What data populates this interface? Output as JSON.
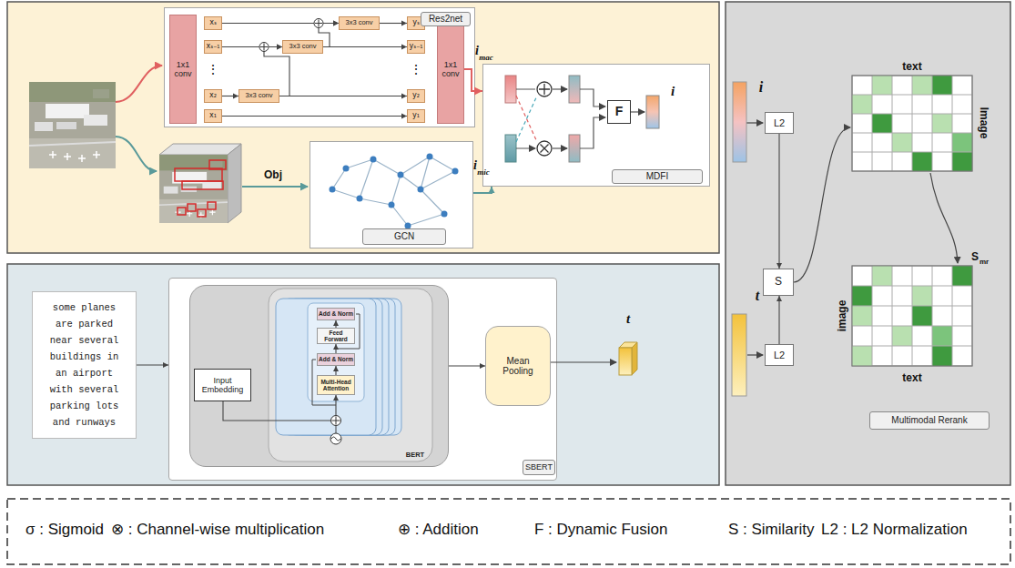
{
  "diagram": {
    "nodes": [
      {
        "text": [
          "Res2net"
        ]
      },
      {
        "text": [
          "1x1 conv"
        ],
        "in": 0
      },
      {
        "text": [
          "xₛ"
        ],
        "in": 0
      },
      {
        "text": [
          "xₛ₋₁"
        ],
        "in": 0
      },
      {
        "text": [
          "x₂"
        ],
        "in": 0
      },
      {
        "text": [
          "x₁"
        ],
        "in": 0
      },
      {
        "text": [
          "3x3 conv"
        ],
        "in": 0
      },
      {
        "text": [
          "3x3 conv"
        ],
        "in": 0
      },
      {
        "text": [
          "3x3 conv"
        ],
        "in": 0
      },
      {
        "text": [
          "yₛ"
        ],
        "in": 0
      },
      {
        "text": [
          "yₛ₋₁"
        ],
        "in": 0
      },
      {
        "text": [
          "y₂"
        ],
        "in": 0
      },
      {
        "text": [
          "y₁"
        ],
        "in": 0
      },
      {
        "text": [
          "1x1 conv"
        ],
        "in": 0
      },
      {
        "text": [
          "GCN"
        ]
      },
      {
        "text": [
          "MDFI"
        ]
      },
      {
        "text": [
          "F"
        ],
        "in": 15
      },
      {
        "text": [
          "some planes are parked near several buildings in an airport with several parking lots and runways"
        ]
      },
      {
        "text": [
          "SBERT"
        ]
      },
      {
        "text": [
          "BERT"
        ],
        "in": 18
      },
      {
        "text": [
          "Input Embedding"
        ],
        "in": 19
      },
      {
        "text": [
          "Add & Norm"
        ],
        "in": 19
      },
      {
        "text": [
          "Feed Forward"
        ],
        "in": 19
      },
      {
        "text": [
          "Add & Norm"
        ],
        "in": 19
      },
      {
        "text": [
          "Multi-Head Attention"
        ],
        "in": 19
      },
      {
        "text": [
          "Mean Pooling"
        ],
        "in": 18
      },
      {
        "text": [
          "L2"
        ]
      },
      {
        "text": [
          "S"
        ]
      },
      {
        "text": [
          "L2"
        ]
      },
      {
        "text": [
          "Multimodal Rerank"
        ]
      }
    ],
    "edges": [
      {
        "from": 2,
        "to": 6,
        "arrow": "to"
      },
      {
        "from": 6,
        "to": 9,
        "arrow": "to"
      },
      {
        "from": 3,
        "to": 7,
        "arrow": "to"
      },
      {
        "from": 7,
        "to": 10,
        "arrow": "to"
      },
      {
        "from": 4,
        "to": 8,
        "arrow": "to"
      },
      {
        "from": 8,
        "to": 11,
        "arrow": "to"
      },
      {
        "from": 5,
        "to": 12,
        "arrow": "to"
      },
      {
        "from": 8,
        "to": 7,
        "arrow": "to"
      },
      {
        "from": 7,
        "to": 6,
        "arrow": "to"
      },
      {
        "from": 13,
        "to": 15,
        "arrow": "to"
      },
      {
        "from": 14,
        "to": 15,
        "arrow": "to"
      },
      {
        "from": 17,
        "to": 18,
        "arrow": "to"
      },
      {
        "from": 20,
        "to": 24,
        "arrow": "to"
      },
      {
        "from": 24,
        "to": 23,
        "arrow": "to"
      },
      {
        "from": 23,
        "to": 22,
        "arrow": "to"
      },
      {
        "from": 22,
        "to": 21,
        "arrow": "to"
      },
      {
        "from": 19,
        "to": 25,
        "arrow": "to"
      },
      {
        "from": 26,
        "to": 27,
        "arrow": "to"
      },
      {
        "from": 28,
        "to": 27,
        "arrow": "to"
      }
    ],
    "labels": [
      "⋮",
      "⋮",
      "i",
      "mac",
      "Obj",
      "i",
      "mic",
      "i",
      "t",
      "i",
      "t",
      "text",
      "Image",
      "image",
      "text",
      "S",
      "mr"
    ],
    "legend": [
      {
        "text": "σ : Sigmoid"
      },
      {
        "text": "⊗ : Channel-wise multiplication"
      },
      {
        "text": "⊕ : Addition"
      },
      {
        "text": "F : Dynamic Fusion"
      },
      {
        "text": "S : Similarity"
      },
      {
        "text": "L2 : L2 Normalization"
      }
    ]
  }
}
